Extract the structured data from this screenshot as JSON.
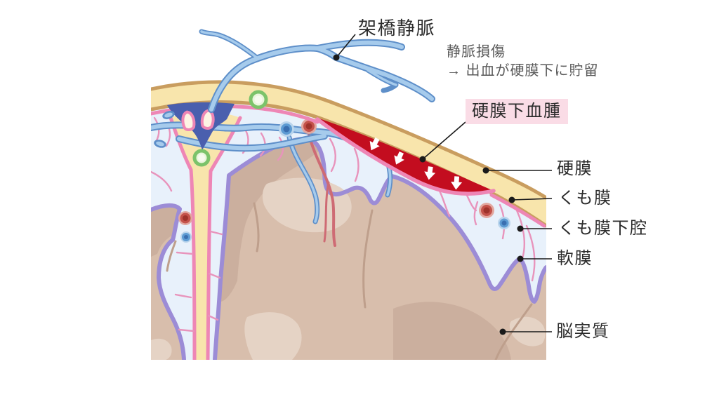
{
  "figure": {
    "background": "#FFFFFF",
    "annotations": {
      "bridging_vein": {
        "label": "架橋静脈"
      },
      "vein_injury_note": {
        "line1": "静脈損傷",
        "line2": "→ 出血が硬膜下に貯留"
      },
      "subdural_hematoma": {
        "label": "硬膜下血腫"
      },
      "dura": {
        "label": "硬膜"
      },
      "arachnoid": {
        "label": "くも膜"
      },
      "subarachnoid_space": {
        "label": "くも膜下腔"
      },
      "pia": {
        "label": "軟膜"
      },
      "brain_parenchyma": {
        "label": "脳実質"
      }
    },
    "colors": {
      "page_bg": "#FFFFFF",
      "label_text": "#2B2B2B",
      "note_text": "#595959",
      "label_highlight": "#FADCE6",
      "dura": "#F8E5AC",
      "dura_border": "#C99D5F",
      "hematoma": "#C30D1F",
      "arachnoid": "#EE86B5",
      "trabecula": "#E894BC",
      "csf": "#E8F1FB",
      "pia": "#9C8CD6",
      "brain": "#D8BEAC",
      "brain_shade": "#CBAF9E",
      "brain_light": "#E5D3C5",
      "sulcus": "#BE9F8C",
      "vein": "#A6CBEC",
      "vein_border": "#5E8FC9",
      "sinus": "#4A5FAE",
      "artery": "#CE6B74",
      "vessel_green": "#7CC36A"
    }
  }
}
